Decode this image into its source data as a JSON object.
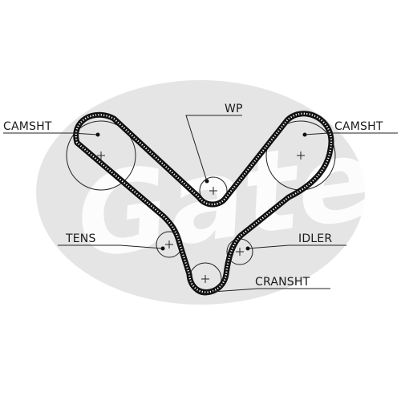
{
  "diagram": {
    "labels": {
      "camsht_left": "CAMSHT",
      "camsht_right": "CAMSHT",
      "wp": "WP",
      "tens": "TENS",
      "idler": "IDLER",
      "cranksht": "CRANSHT"
    },
    "colors": {
      "belt": "#111111",
      "watermark": "#cfcfcf",
      "text": "#1a1a1a"
    }
  }
}
